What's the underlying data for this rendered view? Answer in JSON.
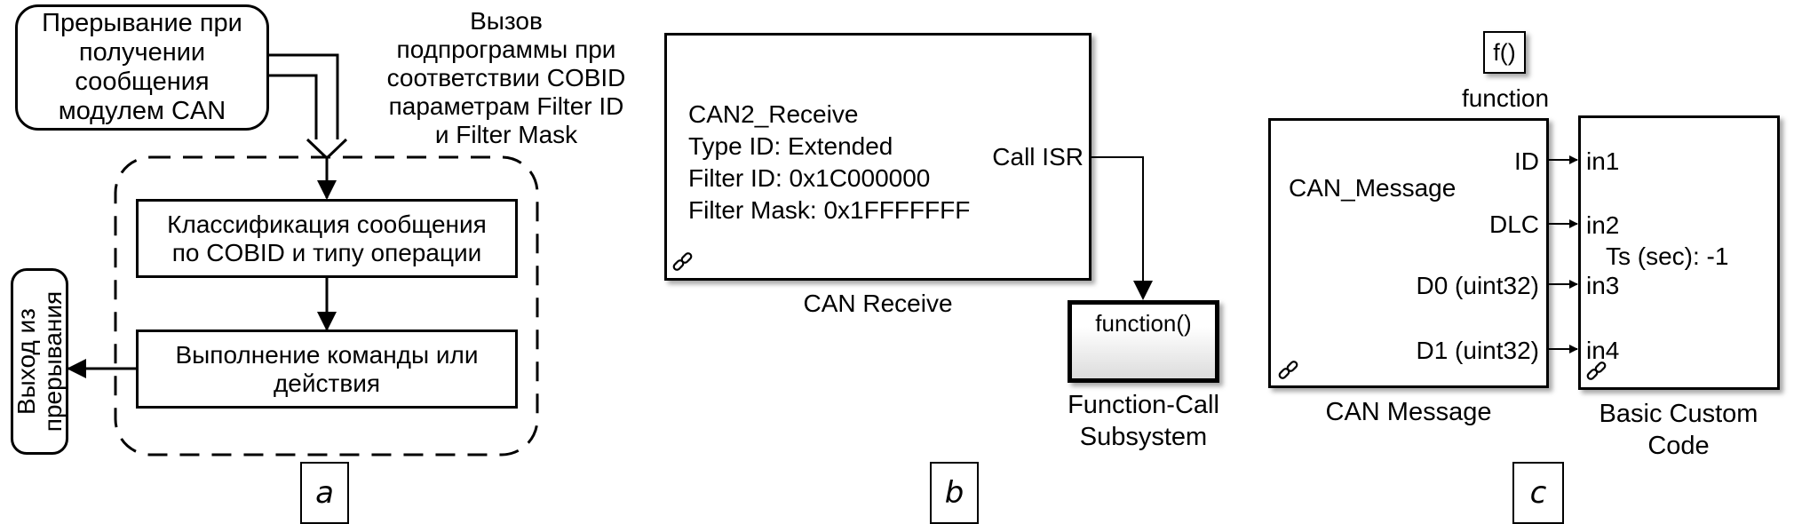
{
  "panel_a": {
    "label": "a",
    "interrupt_box": [
      "Прерывание при",
      "получении",
      "сообщения",
      "модулем CAN"
    ],
    "call_note": [
      "Вызов",
      "подпрограммы при",
      "соответствии COBID",
      "параметрам Filter ID",
      "и Filter Mask"
    ],
    "classify_box": [
      "Классификация сообщения",
      "по COBID и типу операции"
    ],
    "execute_box": [
      "Выполнение команды или",
      "действия"
    ],
    "exit_box": [
      "Выход из",
      "прерывания"
    ]
  },
  "panel_b": {
    "label": "b",
    "can_receive_block": {
      "lines": [
        "CAN2_Receive",
        "Type ID: Extended",
        "Filter ID: 0x1C000000",
        "Filter Mask: 0x1FFFFFFF"
      ],
      "port": "Call ISR",
      "name": "CAN Receive"
    },
    "function_call_block": {
      "inner": "function()",
      "name": [
        "Function-Call",
        "Subsystem"
      ]
    }
  },
  "panel_c": {
    "label": "c",
    "function_block": {
      "inner": "f()",
      "name": "function"
    },
    "can_message_block": {
      "title": "CAN_Message",
      "ports": [
        "ID",
        "DLC",
        "D0 (uint32)",
        "D1 (uint32)"
      ],
      "name": "CAN Message"
    },
    "custom_code_block": {
      "ports": [
        "in1",
        "in2",
        "in3",
        "in4"
      ],
      "param": "Ts (sec): -1",
      "name": [
        "Basic Custom",
        "Code"
      ]
    }
  }
}
